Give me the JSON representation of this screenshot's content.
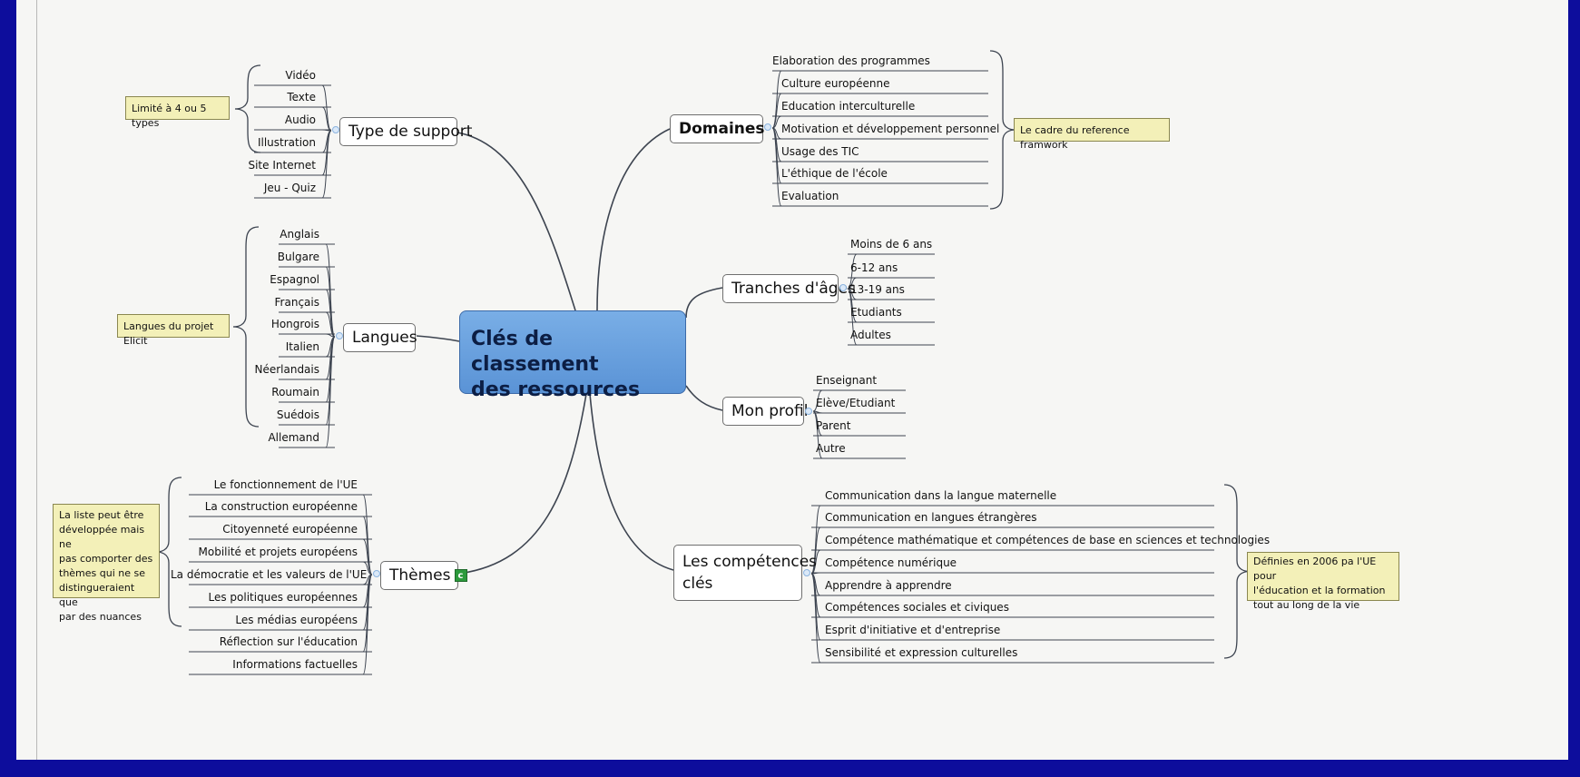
{
  "central": {
    "line1": "Clés de classement",
    "line2": "des ressources"
  },
  "type_support": {
    "title": "Type de support",
    "items": [
      "Vidéo",
      "Texte",
      "Audio",
      "Illustration",
      "Site Internet",
      "Jeu - Quiz"
    ],
    "note": "Limité à 4 ou 5 types"
  },
  "langues": {
    "title": "Langues",
    "items": [
      "Anglais",
      "Bulgare",
      "Espagnol",
      "Français",
      "Hongrois",
      "Italien",
      "Néerlandais",
      "Roumain",
      "Suédois",
      "Allemand"
    ],
    "note": "Langues du projet Elicit"
  },
  "themes": {
    "title": "Thèmes",
    "icon_label": "c",
    "items": [
      "Le fonctionnement de l'UE",
      "La construction européenne",
      "Citoyenneté européenne",
      "Mobilité et projets européens",
      "La démocratie et les valeurs de l'UE",
      "Les politiques européennes",
      "Les médias européens",
      "Réflection sur l'éducation",
      "Informations factuelles"
    ],
    "note": [
      "La liste peut être",
      "développée mais ne",
      "pas comporter des",
      "thèmes qui ne se",
      "distingueraient que",
      "par des nuances"
    ]
  },
  "domaines": {
    "title": "Domaines",
    "items": [
      "Elaboration des programmes",
      "Culture européenne",
      "Education interculturelle",
      "Motivation et développement personnel",
      "Usage des TIC",
      "L'éthique de l'école",
      "Evaluation"
    ],
    "note": "Le cadre du reference framwork"
  },
  "tranches": {
    "title": "Tranches d'âges",
    "items": [
      "Moins de 6 ans",
      "6-12 ans",
      "13-19 ans",
      "Etudiants",
      "Adultes"
    ]
  },
  "profil": {
    "title": "Mon profil",
    "items": [
      "Enseignant",
      "Elève/Etudiant",
      "Parent",
      "Autre"
    ]
  },
  "competences": {
    "title_line1": "Les compétences",
    "title_line2": "clés",
    "items": [
      "Communication dans la langue maternelle",
      "Communication en langues étrangères",
      "Compétence mathématique et compétences de base en sciences et technologies",
      "Compétence numérique",
      "Apprendre à apprendre",
      "Compétences sociales et civiques",
      "Esprit d'initiative et d'entreprise",
      "Sensibilité et expression culturelles"
    ],
    "note": [
      "Définies en 2006 pa l'UE pour",
      "l'éducation et la formation",
      "tout au long de la vie"
    ]
  },
  "colors": {
    "background": "#0d0d9c",
    "canvas": "#f6f6f4",
    "central_fill": "#6ba2e0",
    "note_fill": "#f3f0b8",
    "line": "#3d4450",
    "theme_icon": "#2c9a3c"
  }
}
